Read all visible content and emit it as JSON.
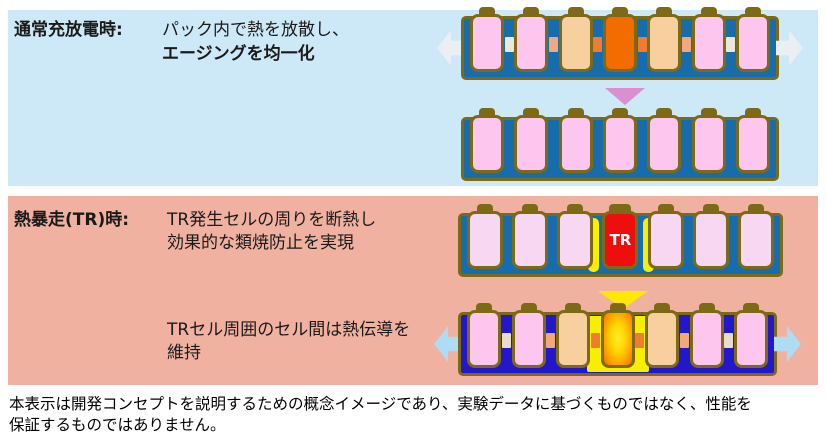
{
  "sections": {
    "normal": {
      "bg": "#cde8f6",
      "label": "通常充放電時:",
      "desc_line1": "パック内で熱を放散し、",
      "desc_line2": "エージングを均一化"
    },
    "tr": {
      "bg": "#f0b1a1",
      "label": "熱暴走(TR)時:",
      "desc1_line1": "TR発生セルの周りを断熱し",
      "desc1_line2": "効果的な類焼防止を実現",
      "desc2_line1": "TRセル周囲のセル間は熱伝導を",
      "desc2_line2": "維持"
    }
  },
  "footer": {
    "line1": "本表示は開発コンセプトを説明するための概念イメージであり、実験データに基づくものではなく、性能を",
    "line2": "保証するものではありません。"
  },
  "palette": {
    "pack_blue": "#176cab",
    "pack_navy": "#2217c9",
    "olive_border": "#7d6a16",
    "cell_pink": "#fcc6ee",
    "cell_pale": "#f7d7f2",
    "cell_peach": "#f8cf9e",
    "cell_hot": "#f26c00",
    "cell_tr": "#ee0e0e",
    "conn_white": "#ece7db",
    "conn_cream": "#eadcca",
    "conn_salmon": "#f2a87e",
    "conn_orange": "#ef7c30",
    "arrow_pale": "#e9eff3",
    "arrow_lightblue": "#aedcf2",
    "insulation_yellow": "#f8ee00",
    "down_arrow_pink": "#d98fd0",
    "down_arrow_yellow": "#ffe800"
  },
  "packs": {
    "normal_before": {
      "bg_key": "pack_blue",
      "cells": [
        "pink",
        "pink",
        "peach",
        "hot",
        "peach",
        "pink",
        "pink"
      ],
      "connectors": [
        "white",
        "salmon",
        "orange",
        "orange",
        "salmon",
        "white"
      ],
      "side_arrows": "pale",
      "insulation": "none",
      "tr_label": ""
    },
    "normal_after": {
      "bg_key": "pack_blue",
      "cells": [
        "pink",
        "pink",
        "pink",
        "pink",
        "pink",
        "pink",
        "pink"
      ],
      "connectors": null,
      "side_arrows": null,
      "insulation": "none",
      "tr_label": ""
    },
    "tr_before": {
      "bg_key": "pack_blue",
      "cells": [
        "pale",
        "pale",
        "pale",
        "tr",
        "pale",
        "pale",
        "pale"
      ],
      "connectors": null,
      "side_arrows": null,
      "insulation": "bars",
      "tr_label": "TR"
    },
    "tr_after": {
      "bg_key": "pack_navy",
      "cells": [
        "pink",
        "pink",
        "peach",
        "glow",
        "peach",
        "pink",
        "pink"
      ],
      "connectors": [
        "cream",
        "salmon",
        "orange",
        "orange",
        "salmon",
        "cream"
      ],
      "side_arrows": "lightblue",
      "insulation": "zone",
      "tr_label": ""
    }
  }
}
